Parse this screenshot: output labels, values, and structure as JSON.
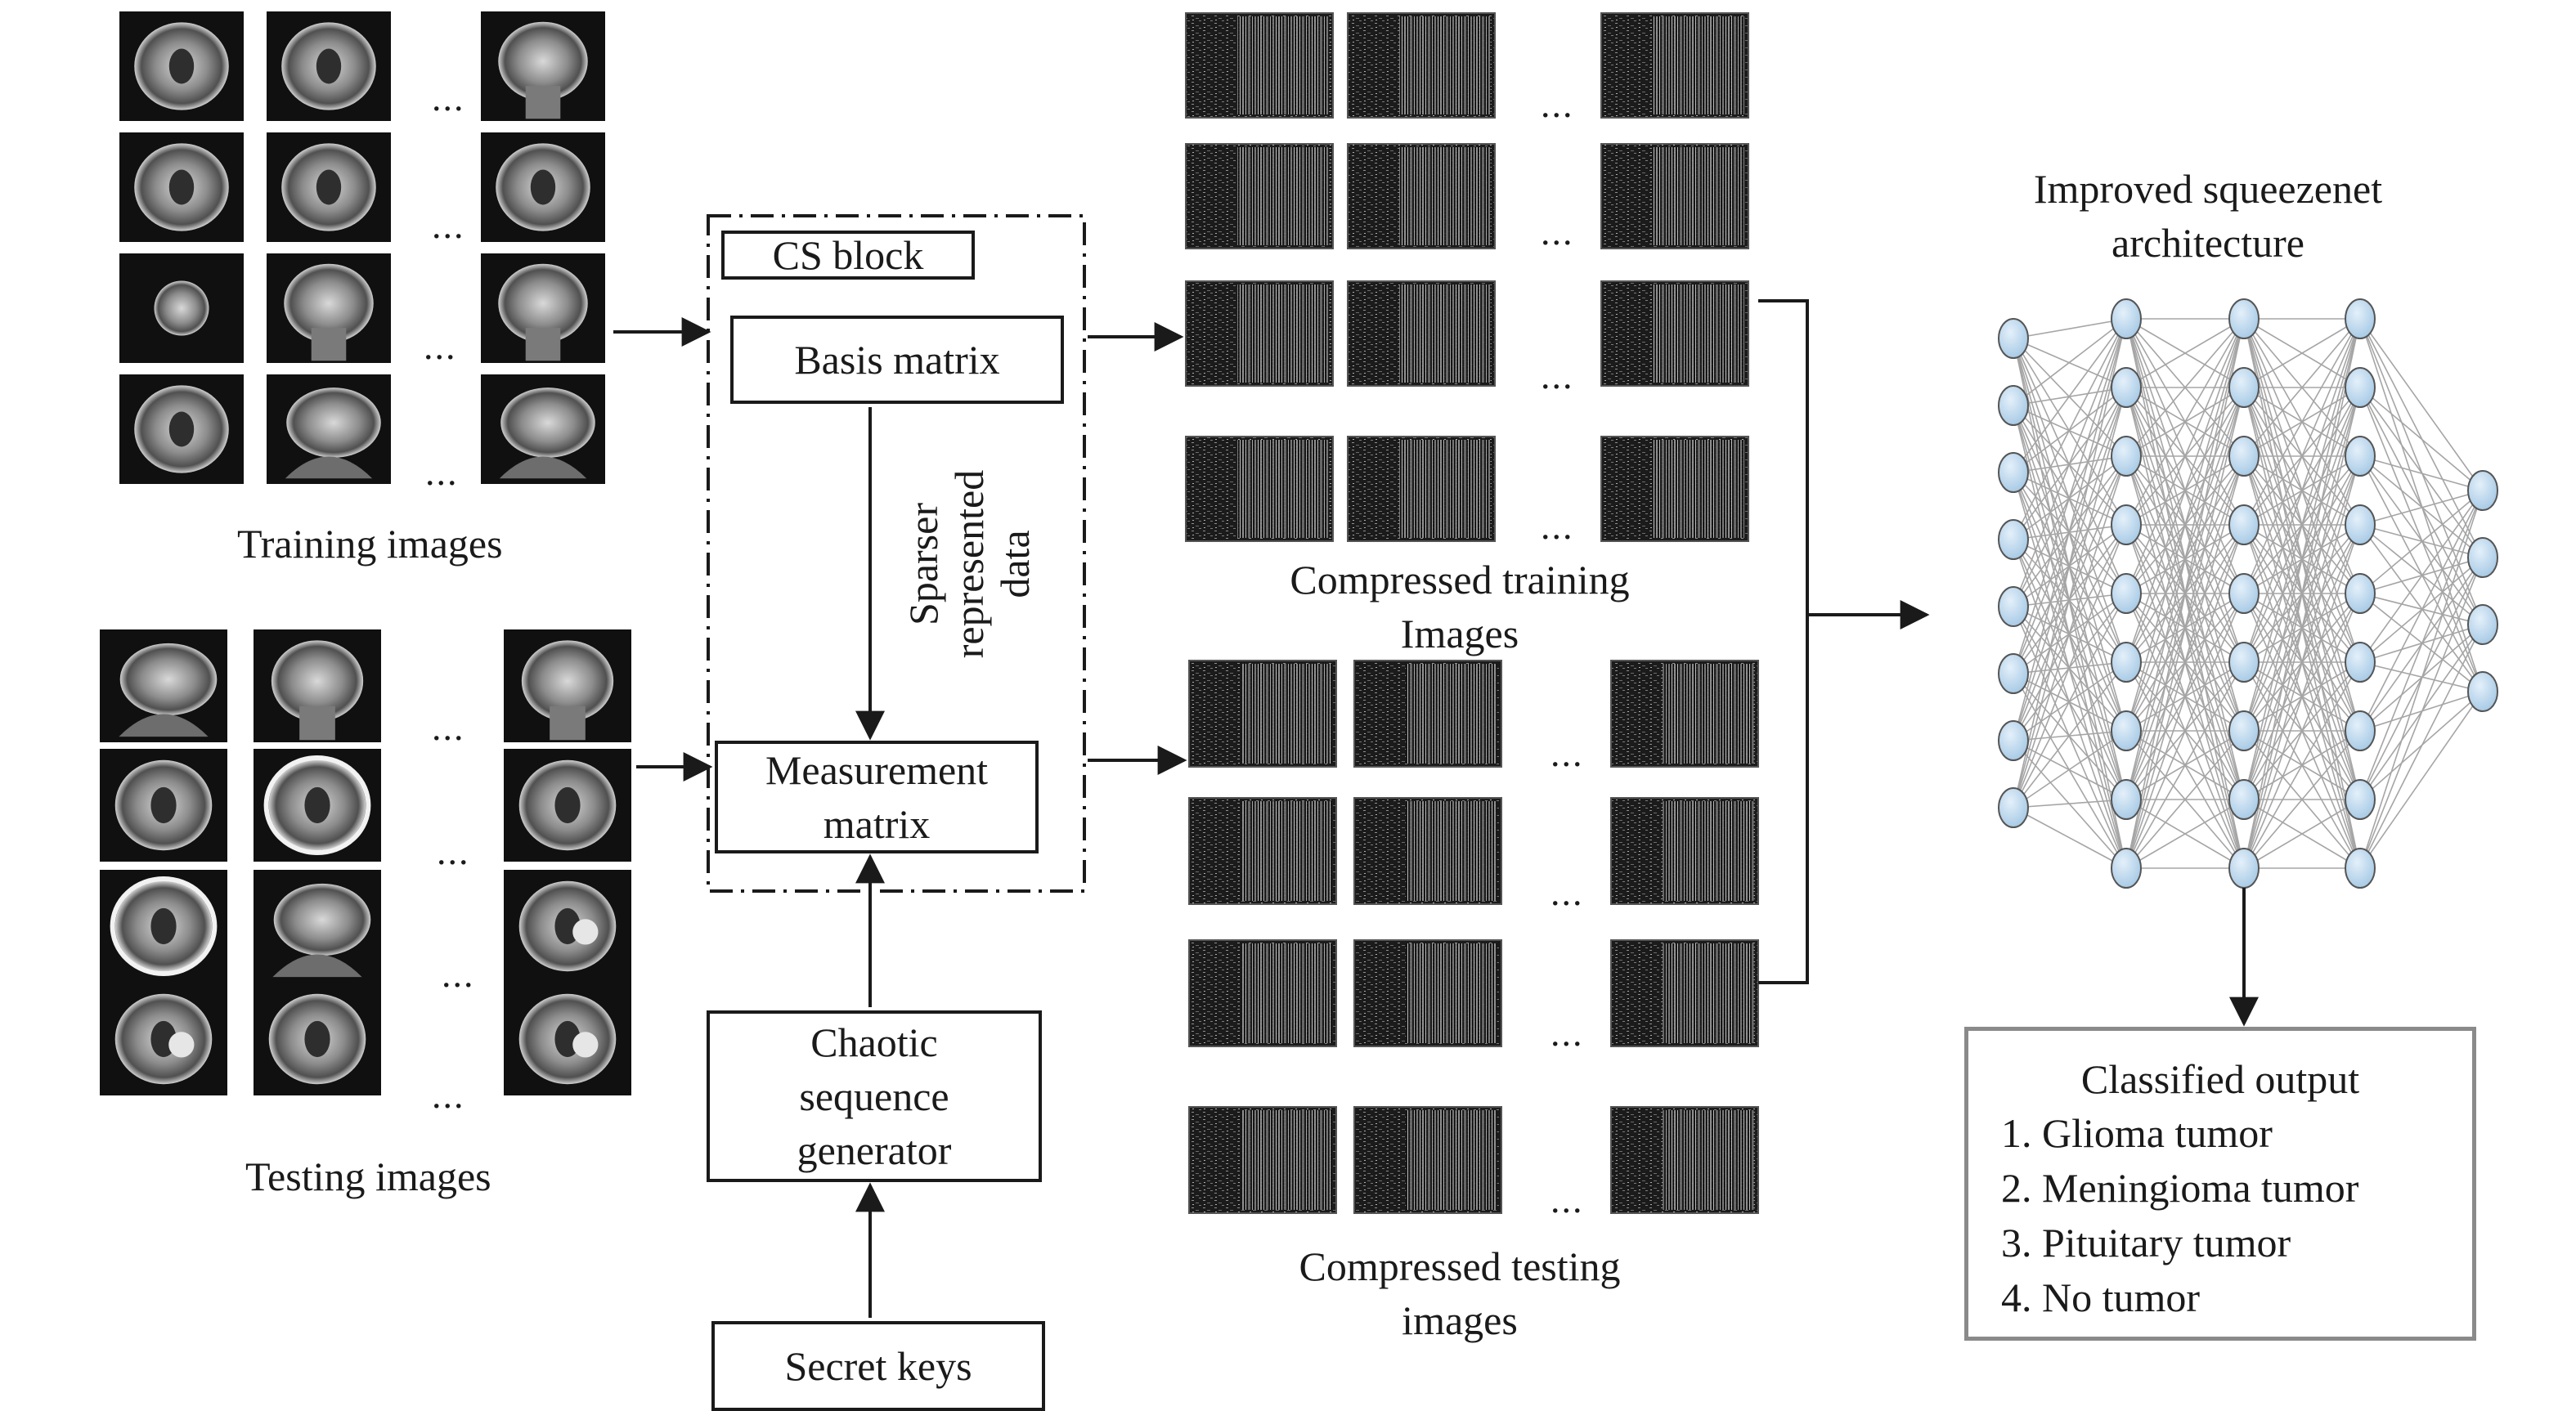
{
  "training": {
    "label": "Training images",
    "rows": [
      [
        "axial-brain",
        "axial-brain",
        "coronal-brain"
      ],
      [
        "axial-brain",
        "axial-brain",
        "axial-brain"
      ],
      [
        "axial-small",
        "coronal-brain",
        "coronal-brain"
      ],
      [
        "axial-brain",
        "sagittal-brain",
        "sagittal-brain"
      ]
    ]
  },
  "testing": {
    "label": "Testing images",
    "rows": [
      [
        "sagittal-brain",
        "coronal-brain",
        "coronal-brain"
      ],
      [
        "axial-brain",
        "axial-ct",
        "axial-brain"
      ],
      [
        "axial-ct",
        "sagittal-brain",
        "axial-lesion"
      ],
      [
        "axial-lesion",
        "axial-brain",
        "axial-lesion"
      ]
    ]
  },
  "ellipsis": "...",
  "cs_block": {
    "title": "CS block",
    "basis": "Basis matrix",
    "sparser_lines": [
      "Sparser",
      "represented",
      "data"
    ],
    "measurement_lines": [
      "Measurement",
      "matrix"
    ]
  },
  "chaotic_lines": [
    "Chaotic",
    "sequence",
    "generator"
  ],
  "secret_keys": "Secret keys",
  "compressed_training_lines": [
    "Compressed training",
    "Images"
  ],
  "compressed_testing_lines": [
    "Compressed testing",
    "images"
  ],
  "network": {
    "title_lines": [
      "Improved squeezenet",
      "architecture"
    ],
    "layer_sizes": [
      8,
      9,
      9,
      9,
      4
    ]
  },
  "output": {
    "title": "Classified output",
    "items": [
      "1. Glioma tumor",
      "2. Meningioma tumor",
      "3. Pituitary tumor",
      "4. No tumor"
    ]
  }
}
